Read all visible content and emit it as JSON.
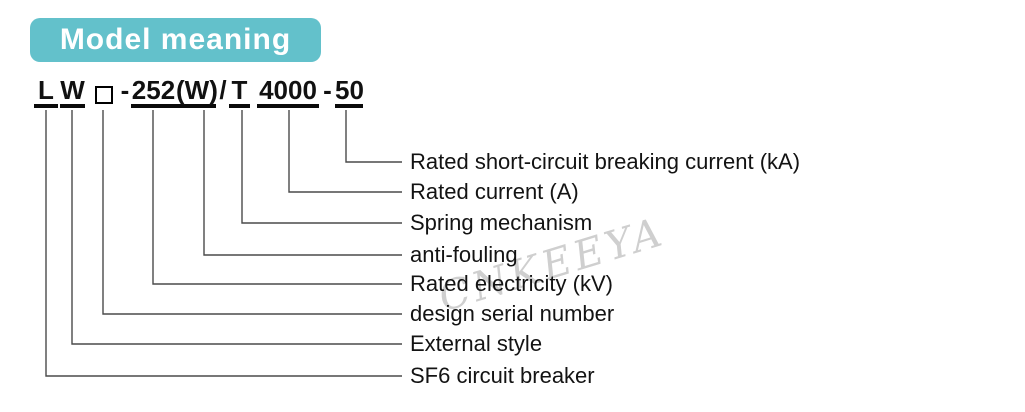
{
  "header": {
    "title": "Model meaning"
  },
  "colors": {
    "badge": "#63c1cb",
    "line": "#4a4a4a",
    "underline": "#0a0a0a",
    "code_text": "#111111",
    "label_text": "#131313",
    "watermark": "#cfcfcf"
  },
  "model_code": {
    "parts": [
      {
        "text": "L",
        "kind": "field"
      },
      {
        "text": "W",
        "kind": "field"
      },
      {
        "text": "",
        "kind": "square"
      },
      {
        "text": "-",
        "kind": "separator"
      },
      {
        "text": "252",
        "kind": "field"
      },
      {
        "text": "(W)",
        "kind": "field"
      },
      {
        "text": "/",
        "kind": "separator"
      },
      {
        "text": "T",
        "kind": "field"
      },
      {
        "text": "4000",
        "kind": "field"
      },
      {
        "text": "-",
        "kind": "separator"
      },
      {
        "text": "50",
        "kind": "field"
      }
    ]
  },
  "labels": [
    {
      "text": "Rated short-circuit breaking current (kA)",
      "code_part": "50"
    },
    {
      "text": "Rated current (A)",
      "code_part": "4000"
    },
    {
      "text": "Spring mechanism",
      "code_part": "T"
    },
    {
      "text": "anti-fouling",
      "code_part": "(W)"
    },
    {
      "text": "Rated electricity (kV)",
      "code_part": "252"
    },
    {
      "text": "design serial number",
      "code_part": "square-placeholder"
    },
    {
      "text": "External style",
      "code_part": "W"
    },
    {
      "text": "SF6 circuit breaker",
      "code_part": "L"
    }
  ],
  "watermark": {
    "text": "CNKEEYA"
  }
}
